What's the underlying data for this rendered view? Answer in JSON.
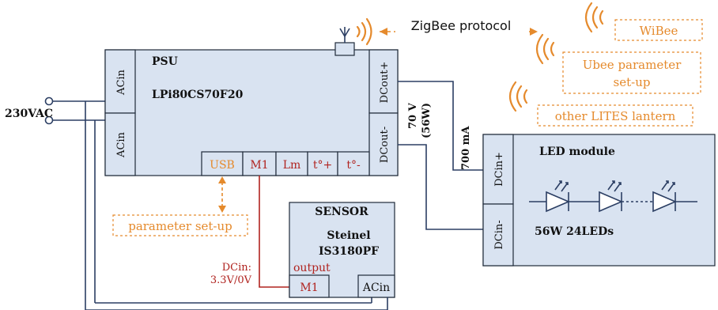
{
  "input_label": "230VAC",
  "psu": {
    "name": "PSU",
    "model": "LPi80CS70F20",
    "ac_in_1": "ACin",
    "ac_in_2": "ACin",
    "dc_out_plus": "DCout+",
    "dc_out_minus": "DCout-",
    "ports": [
      "USB",
      "M1",
      "Lm",
      "t°+",
      "t°-"
    ]
  },
  "zigbee_label": "ZigBee protocol",
  "wireless": {
    "wibee": "WiBee",
    "ubee_line1": "Ubee parameter",
    "ubee_line2": "set-up",
    "lantern": "other LITES lantern"
  },
  "parameter_setup": "parameter set-up",
  "voltage_label": "70 V",
  "power_label": "(56W)",
  "current_label": "700 mA",
  "led_module": {
    "title": "LED module",
    "subtitle": "56W 24LEDs",
    "dc_in_plus": "DCin+",
    "dc_in_minus": "DCin-"
  },
  "sensor": {
    "title": "SENSOR",
    "brand": "Steinel",
    "model": "IS3180PF",
    "output": "output",
    "m1": "M1",
    "ac_in": "ACin"
  },
  "dcin_line1": "DCin:",
  "dcin_line2": "3.3V/0V"
}
